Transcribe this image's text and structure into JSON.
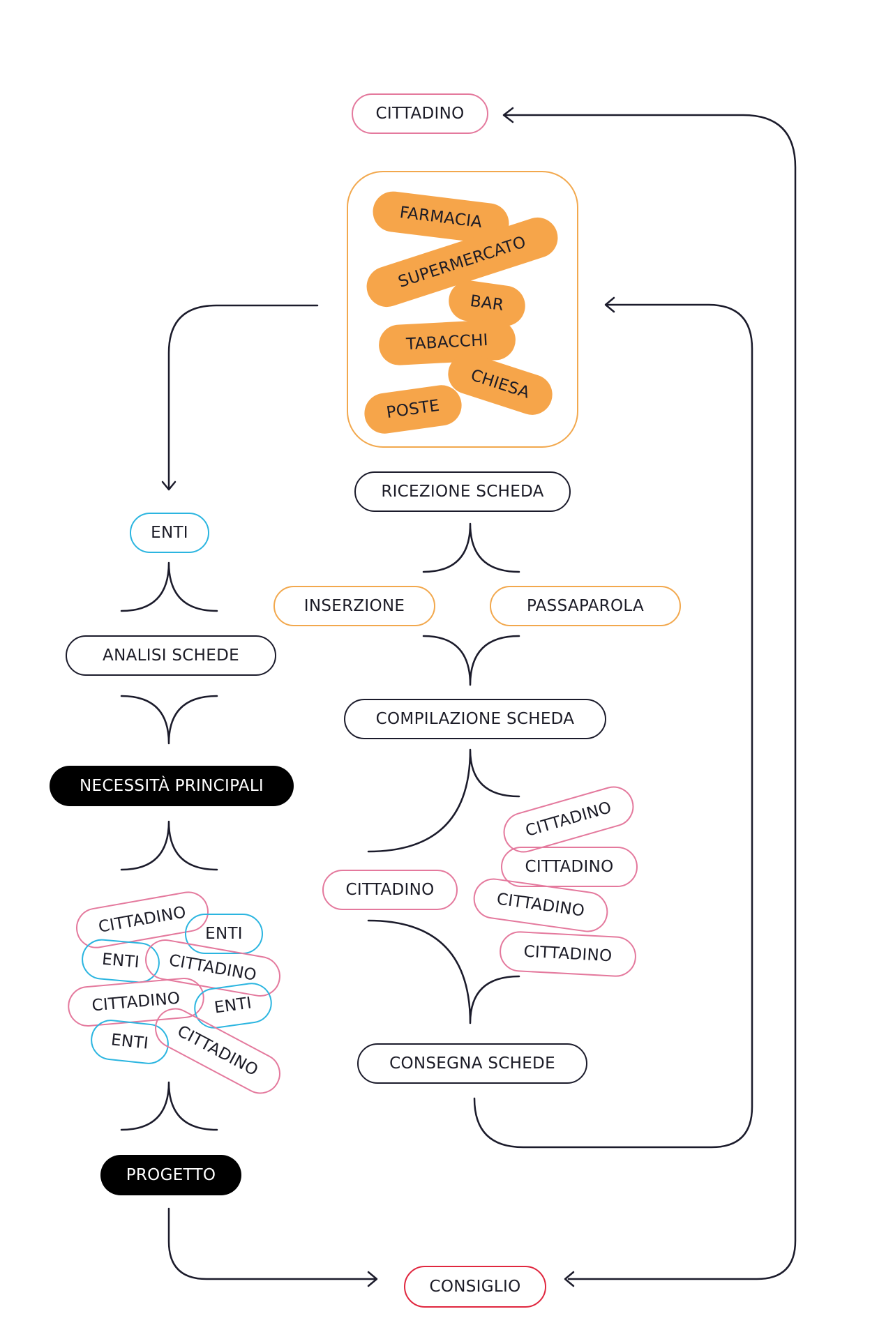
{
  "colors": {
    "line": "#1b1b2b",
    "pink": "#e4799d",
    "blue": "#2bb5e0",
    "orange": "#f6a54a",
    "red": "#e0273f",
    "black": "#000000"
  },
  "nodes": {
    "cittadino_top": "CITTADINO",
    "farmacia": "FARMACIA",
    "supermercato": "SUPERMERCATO",
    "bar": "BAR",
    "tabacchi": "TABACCHI",
    "chiesa": "CHIESA",
    "poste": "POSTE",
    "ricezione_scheda": "RICEZIONE SCHEDA",
    "inserzione": "INSERZIONE",
    "passaparola": "PASSAPAROLA",
    "compilazione_scheda": "COMPILAZIONE SCHEDA",
    "cittadino_single": "CITTADINO",
    "cittadino_stack": [
      "CITTADINO",
      "CITTADINO",
      "CITTADINO",
      "CITTADINO"
    ],
    "consegna_schede": "CONSEGNA SCHEDE",
    "enti": "ENTI",
    "analisi_schede": "ANALISI SCHEDE",
    "necessita_principali": "NECESSITÀ PRINCIPALI",
    "cluster_cittadino": [
      "CITTADINO",
      "CITTADINO",
      "CITTADINO",
      "CITTADINO"
    ],
    "cluster_enti": [
      "ENTI",
      "ENTI",
      "ENTI",
      "ENTI"
    ],
    "progetto": "PROGETTO",
    "consiglio": "CONSIGLIO"
  }
}
